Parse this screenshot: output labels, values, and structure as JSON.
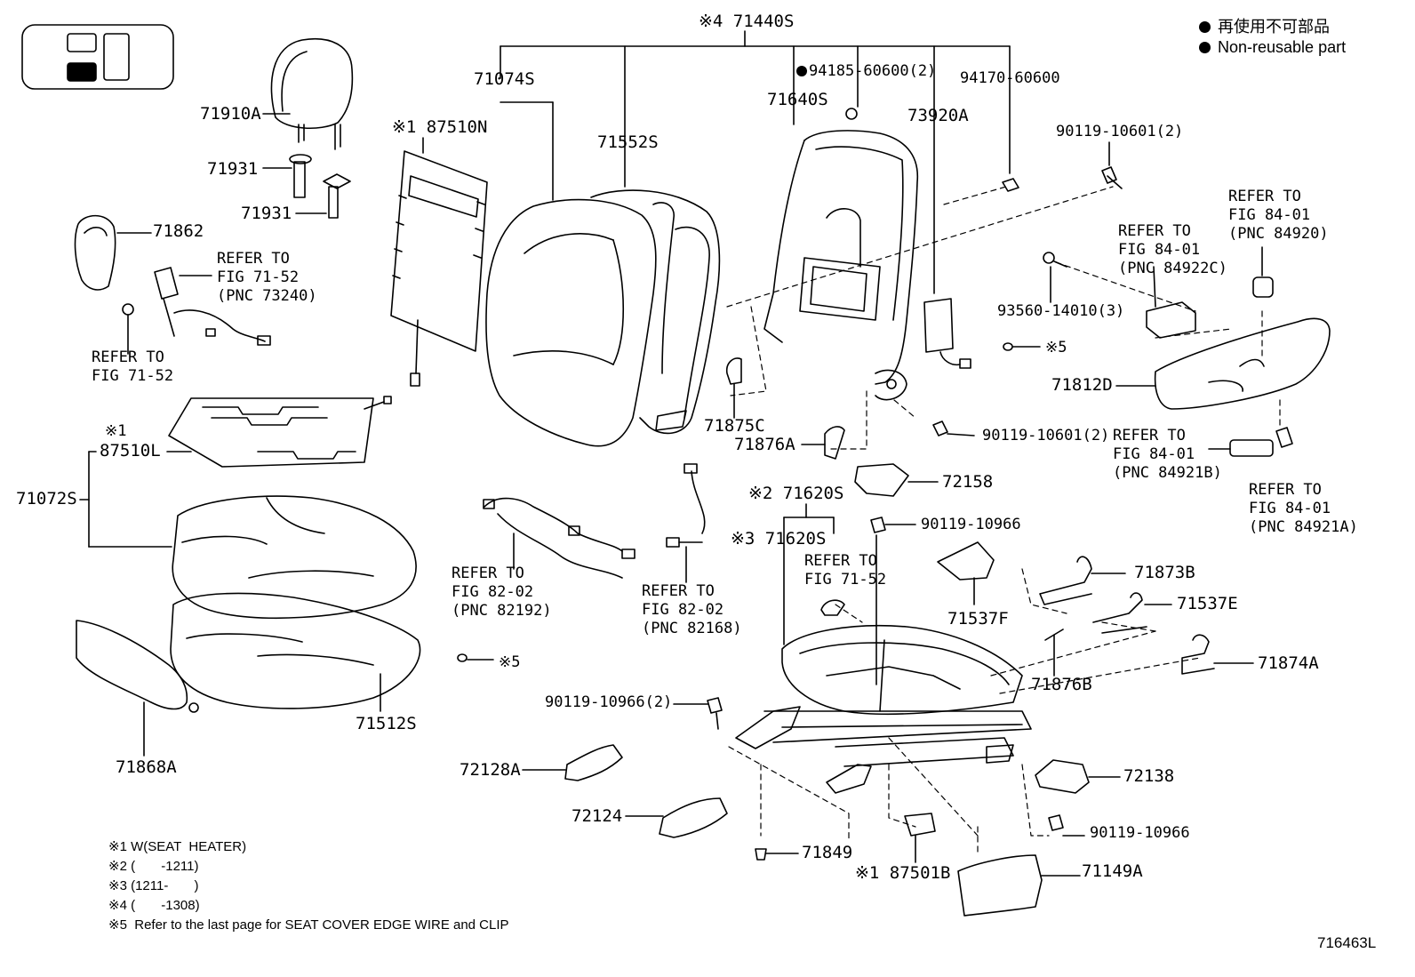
{
  "legend": {
    "jp": "再使用不可部品",
    "en": "Non-reusable part"
  },
  "icon": "seat-position-indicator-icon",
  "parts": {
    "p71440S": "※4 71440S",
    "p71074S": "71074S",
    "p87510N": "※1 87510N",
    "p71552S": "71552S",
    "p94185": "94185-60600(2)",
    "p94170": "94170-60600",
    "p71640S": "71640S",
    "p73920A": "73920A",
    "p90119_10601_top": "90119-10601(2)",
    "p71910A": "71910A",
    "p71931a": "71931",
    "p71931b": "71931",
    "p71862": "71862",
    "p93560": "93560-14010(3)",
    "p5a": "※5",
    "p71812D": "71812D",
    "p71875C": "71875C",
    "p71876A": "71876A",
    "p90119_10601_mid": "90119-10601(2)",
    "p87510L_mark": "※1",
    "p87510L": "87510L",
    "p71072S": "71072S",
    "p72158": "72158",
    "p71620S_2": "※2 71620S",
    "p90119_10966_a": "90119-10966",
    "p71620S_3": "※3 71620S",
    "p71537F": "71537F",
    "p71873B": "71873B",
    "p71537E": "71537E",
    "p71876B": "71876B",
    "p71874A": "71874A",
    "p5b": "※5",
    "p71512S": "71512S",
    "p90119_10966_2": "90119-10966(2)",
    "p71868A": "71868A",
    "p72128A": "72128A",
    "p72124": "72124",
    "p71849": "71849",
    "p87501B": "※1 87501B",
    "p71149A": "71149A",
    "p72138": "72138",
    "p90119_10966_b": "90119-10966"
  },
  "refs": {
    "r_seatbelt": "REFER TO\nFIG 71-52\n(PNC 73240)",
    "r_fig7152_left": "REFER TO\nFIG 71-52",
    "r_84922C": "REFER TO\nFIG 84-01\n(PNC 84922C)",
    "r_84920": "REFER TO\nFIG 84-01\n(PNC 84920)",
    "r_84921B": "REFER TO\nFIG 84-01\n(PNC 84921B)",
    "r_84921A": "REFER TO\nFIG 84-01\n(PNC 84921A)",
    "r_82192": "REFER TO\nFIG 82-02\n(PNC 82192)",
    "r_82168": "REFER TO\nFIG 82-02\n(PNC 82168)",
    "r_fig7152_mid": "REFER TO\nFIG 71-52"
  },
  "notes": [
    "※1 W(SEAT  HEATER)",
    "※2 (       -1211)",
    "※3 (1211-       )",
    "※4 (       -1308)",
    "※5  Refer to the last page for SEAT COVER EDGE WIRE and CLIP"
  ],
  "figure_id": "716463L"
}
